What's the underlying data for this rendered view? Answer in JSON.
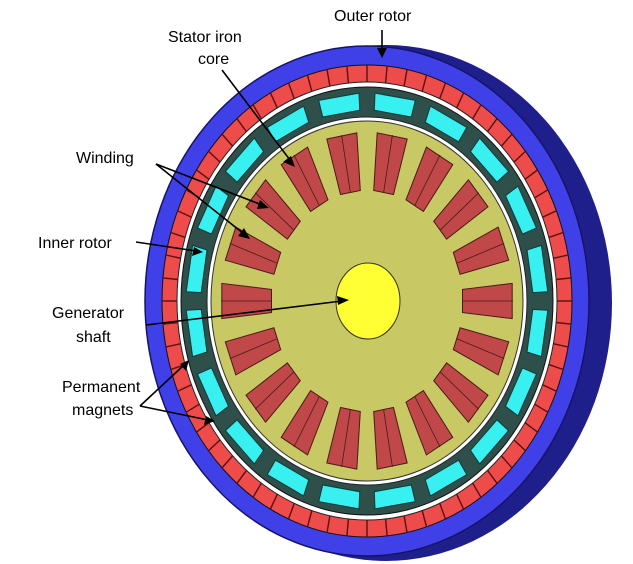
{
  "labels": {
    "outer_rotor": "Outer rotor",
    "stator_iron_core_1": "Stator iron",
    "stator_iron_core_2": "core",
    "winding": "Winding",
    "inner_rotor": "Inner rotor",
    "generator_shaft_1": "Generator",
    "generator_shaft_2": "shaft",
    "permanent_magnets_1": "Permanent",
    "permanent_magnets_2": "magnets"
  },
  "colors": {
    "outer_rotor_face": "#4040e8",
    "outer_rotor_side": "#1f1f8c",
    "magnet_red": "#ee4b4b",
    "magnet_cyan": "#38f0f0",
    "inner_rotor_dark": "#2f4f4a",
    "stator_core": "#c8c864",
    "winding": "#c04848",
    "shaft": "#ffff33"
  },
  "counts": {
    "outer_magnets": 64,
    "inner_magnets": 20,
    "stator_slots": 18
  }
}
